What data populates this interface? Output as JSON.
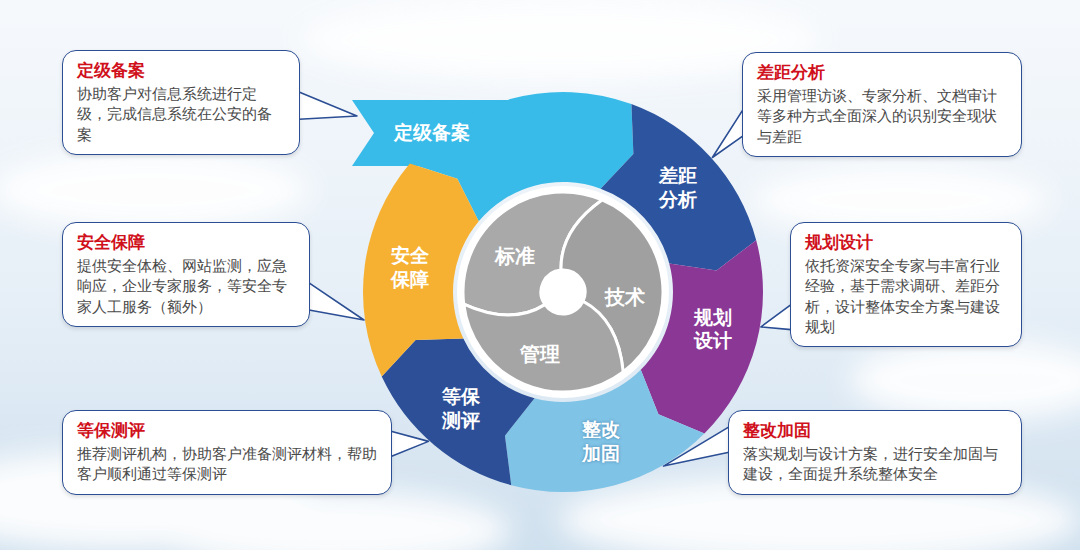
{
  "diagram": {
    "nodes": [
      {
        "text": [
          "定级备案",
          "协助客户对信息系统进行定级，完成信息系统在公安的备案"
        ]
      },
      {
        "text": [
          "差距分析",
          "采用管理访谈、专家分析、文档审计等多种方式全面深入的识别安全现状与差距"
        ]
      },
      {
        "text": [
          "安全保障",
          "提供安全体检、网站监测，应急响应，企业专家服务，等安全专家人工服务（额外）"
        ]
      },
      {
        "text": [
          "规划设计",
          "依托资深安全专家与丰富行业经验，基于需求调研、差距分析，设计整体安全方案与建设规划"
        ]
      },
      {
        "text": [
          "等保测评",
          "推荐测评机构，协助客户准备测评材料，帮助客户顺利通过等保测评"
        ]
      },
      {
        "text": [
          "整改加固",
          "落实规划与设计方案，进行安全加固与建设，全面提升系统整体安全"
        ]
      },
      {
        "text": [
          "定级备案"
        ]
      },
      {
        "text": [
          "差距分析"
        ]
      },
      {
        "text": [
          "规划设计"
        ]
      },
      {
        "text": [
          "整改加固"
        ]
      },
      {
        "text": [
          "等保测评"
        ]
      },
      {
        "text": [
          "安全保障"
        ]
      },
      {
        "text": [
          "标准"
        ]
      },
      {
        "text": [
          "技术"
        ]
      },
      {
        "text": [
          "管理"
        ]
      }
    ],
    "edges": [
      {
        "from": 0,
        "to": 6,
        "arrow": "none"
      },
      {
        "from": 1,
        "to": 7,
        "arrow": "none"
      },
      {
        "from": 2,
        "to": 11,
        "arrow": "none"
      },
      {
        "from": 3,
        "to": 8,
        "arrow": "none"
      },
      {
        "from": 4,
        "to": 10,
        "arrow": "none"
      },
      {
        "from": 5,
        "to": 9,
        "arrow": "none"
      }
    ]
  }
}
